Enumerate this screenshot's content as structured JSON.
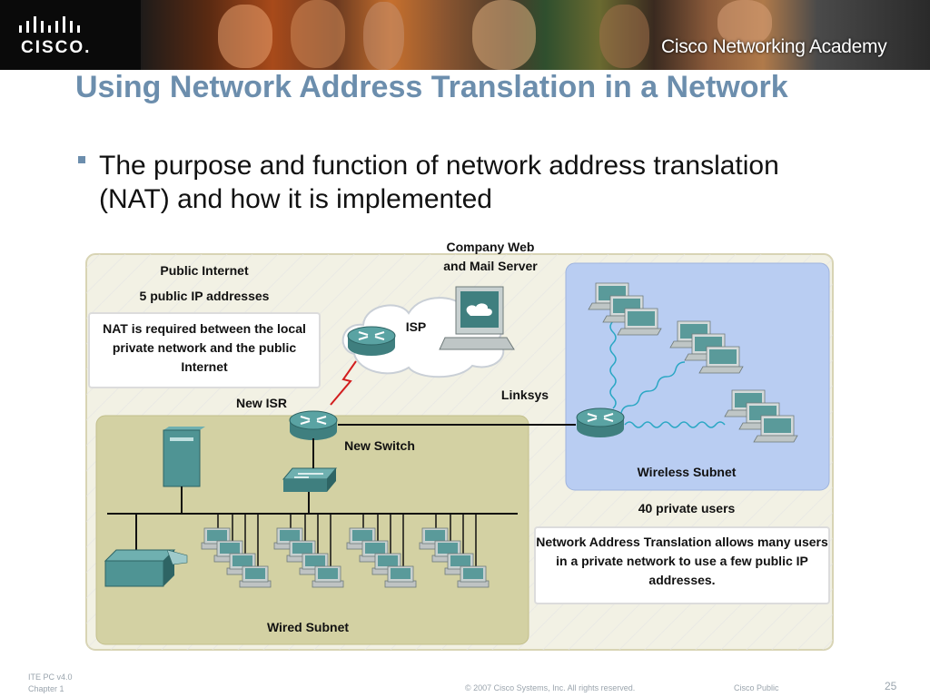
{
  "header": {
    "brand": "CISCO.",
    "academy": "Cisco Networking Academy"
  },
  "slide": {
    "title": "Using Network Address Translation in a Network",
    "bullet": "The purpose and function of network address translation (NAT) and how it is implemented"
  },
  "diagram": {
    "company_server": "Company Web and Mail Server",
    "public_internet": "Public Internet",
    "public_ips": "5 public IP addresses",
    "nat_note": "NAT is required between the local private network and the public Internet",
    "isp": "ISP",
    "linksys": "Linksys",
    "new_isr": "New ISR",
    "new_switch": "New Switch",
    "wireless_subnet": "Wireless Subnet",
    "private_users": "40 private users",
    "nat_explain": "Network Address Translation allows many users in a private network to use a few public IP addresses.",
    "wired_subnet": "Wired Subnet"
  },
  "footer": {
    "course": "ITE PC v4.0",
    "chapter": "Chapter 1",
    "copyright": "© 2007 Cisco Systems, Inc. All rights reserved.",
    "classification": "Cisco Public",
    "page_number": "25"
  },
  "colors": {
    "title": "#6c8ead",
    "wired_area": "#d3d1a3",
    "wireless_area": "#b9cdf2",
    "device": "#4f9494"
  }
}
